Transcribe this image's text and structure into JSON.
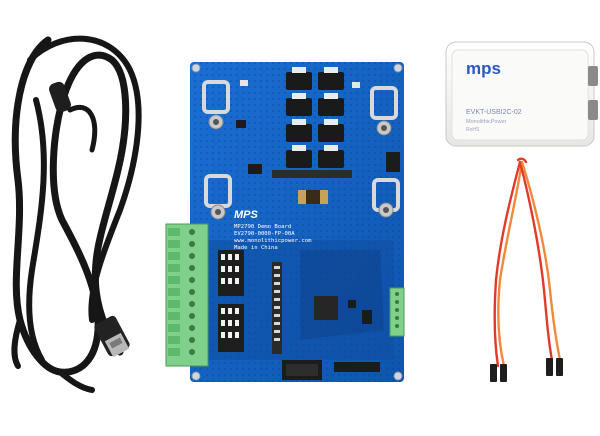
{
  "board": {
    "brand": "MPS",
    "title": "MP2790 Demo Board",
    "part_number": "EV2790-0000-FP-00A",
    "website": "www.monolithicpower.com",
    "origin": "Made in China"
  },
  "usb_adapter": {
    "logo": "mps",
    "model": "EVKT-USBI2C-02",
    "maker": "MonolithicPower",
    "suffix": "RoHS"
  },
  "colors": {
    "pcb": "#1565c8",
    "terminal_block": "#7fd08a",
    "adapter_case": "#f4f4f2",
    "logo_blue": "#2a56c6",
    "cable": "#1b1b1b",
    "wire_red": "#e23a2a",
    "wire_orange": "#f08a3a"
  }
}
